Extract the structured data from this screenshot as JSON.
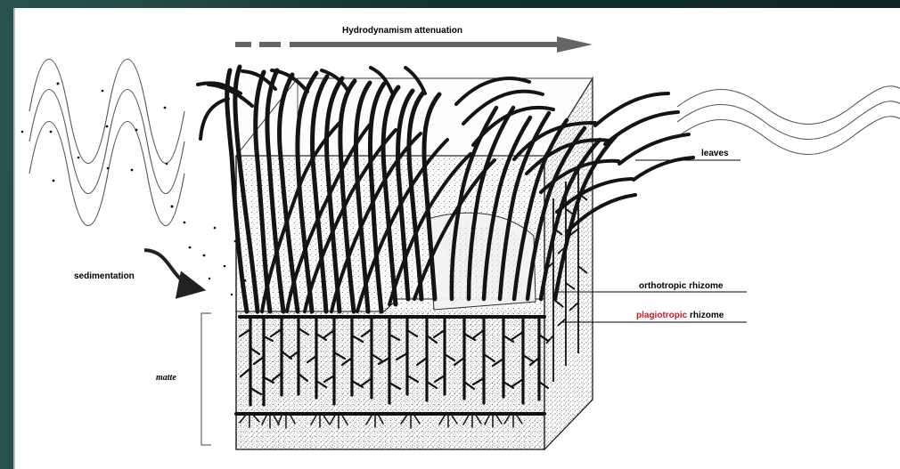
{
  "diagram": {
    "labels": {
      "top_arrow": "Hydrodynamism attenuation",
      "sedimentation": "sedimentation",
      "leaves": "leaves",
      "orthotropic": "orthotropic rhizome",
      "plagiotropic_prefix": "plagiotropic",
      "plagiotropic_suffix": " rhizome",
      "matte": "matte"
    }
  }
}
